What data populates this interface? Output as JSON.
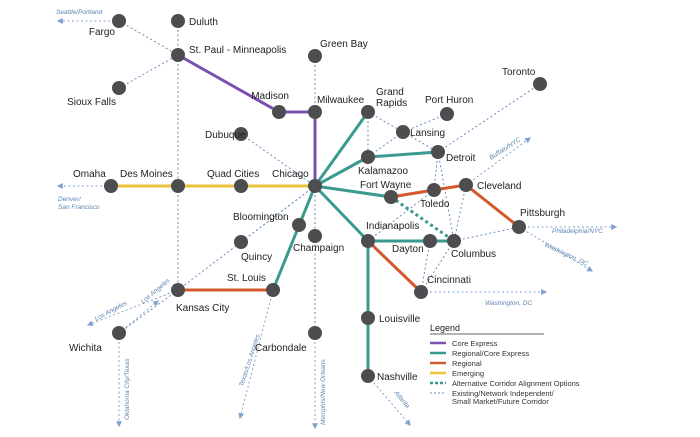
{
  "colors": {
    "core_express": "#7b4fb0",
    "regional_core_express": "#3b9a8f",
    "regional": "#d45a2e",
    "emerging": "#e9c23b",
    "dotted": "#6b8fbf",
    "node": "#4d4d4f",
    "ext_arrow": "#7fa3cf"
  },
  "cities": [
    {
      "id": "duluth",
      "label": "Duluth"
    },
    {
      "id": "fargo",
      "label": "Fargo"
    },
    {
      "id": "stpaul",
      "label": "St. Paul - Minneapolis"
    },
    {
      "id": "greenbay",
      "label": "Green Bay"
    },
    {
      "id": "siouxfalls",
      "label": "Sioux Falls"
    },
    {
      "id": "madison",
      "label": "Madison"
    },
    {
      "id": "milwaukee",
      "label": "Milwaukee"
    },
    {
      "id": "grandrapids",
      "label": "Grand\nRapids"
    },
    {
      "id": "porthuron",
      "label": "Port Huron"
    },
    {
      "id": "toronto",
      "label": "Toronto"
    },
    {
      "id": "dubuque",
      "label": "Dubuque"
    },
    {
      "id": "lansing",
      "label": "Lansing"
    },
    {
      "id": "detroit",
      "label": "Detroit"
    },
    {
      "id": "kalamazoo",
      "label": "Kalamazoo"
    },
    {
      "id": "omaha",
      "label": "Omaha"
    },
    {
      "id": "desmoines",
      "label": "Des Moines"
    },
    {
      "id": "quadcities",
      "label": "Quad Cities"
    },
    {
      "id": "chicago",
      "label": "Chicago"
    },
    {
      "id": "fortwayne",
      "label": "Fort Wayne"
    },
    {
      "id": "toledo",
      "label": "Toledo"
    },
    {
      "id": "cleveland",
      "label": "Cleveland"
    },
    {
      "id": "bloomington",
      "label": "Bloomington"
    },
    {
      "id": "champaign",
      "label": "Champaign"
    },
    {
      "id": "quincy",
      "label": "Quincy"
    },
    {
      "id": "indianapolis",
      "label": "Indianapolis"
    },
    {
      "id": "dayton",
      "label": "Dayton"
    },
    {
      "id": "columbus",
      "label": "Columbus"
    },
    {
      "id": "pittsburgh",
      "label": "Pittsburgh"
    },
    {
      "id": "stlouis",
      "label": "St. Louis"
    },
    {
      "id": "kansascity",
      "label": "Kansas City"
    },
    {
      "id": "cincinnati",
      "label": "Cincinnati"
    },
    {
      "id": "wichita",
      "label": "Wichita"
    },
    {
      "id": "louisville",
      "label": "Louisville"
    },
    {
      "id": "carbondale",
      "label": "Carbondale"
    },
    {
      "id": "nashville",
      "label": "Nashville"
    }
  ],
  "routes": [
    {
      "type": "core_express",
      "from": "stpaul",
      "to": "madison"
    },
    {
      "type": "core_express",
      "from": "madison",
      "to": "milwaukee"
    },
    {
      "type": "core_express",
      "from": "milwaukee",
      "to": "chicago"
    },
    {
      "type": "emerging",
      "from": "omaha",
      "to": "desmoines"
    },
    {
      "type": "emerging",
      "from": "desmoines",
      "to": "quadcities"
    },
    {
      "type": "emerging",
      "from": "quadcities",
      "to": "chicago"
    },
    {
      "type": "regional_core_express",
      "from": "chicago",
      "to": "kalamazoo"
    },
    {
      "type": "regional_core_express",
      "from": "kalamazoo",
      "to": "detroit"
    },
    {
      "type": "regional_core_express",
      "from": "chicago",
      "to": "grandrapids"
    },
    {
      "type": "regional_core_express",
      "from": "chicago",
      "to": "fortwayne"
    },
    {
      "type": "regional_core_express",
      "from": "chicago",
      "to": "indianapolis"
    },
    {
      "type": "regional_core_express",
      "from": "chicago",
      "to": "stlouis"
    },
    {
      "type": "regional_core_express",
      "from": "indianapolis",
      "to": "louisville"
    },
    {
      "type": "regional_core_express",
      "from": "louisville",
      "to": "nashville"
    },
    {
      "type": "regional_core_express",
      "from": "indianapolis",
      "to": "columbus"
    },
    {
      "type": "regional",
      "from": "fortwayne",
      "to": "toledo"
    },
    {
      "type": "regional",
      "from": "toledo",
      "to": "cleveland"
    },
    {
      "type": "regional",
      "from": "cleveland",
      "to": "pittsburgh"
    },
    {
      "type": "regional",
      "from": "kansascity",
      "to": "stlouis"
    },
    {
      "type": "regional",
      "from": "indianapolis",
      "to": "cincinnati"
    },
    {
      "type": "alternative",
      "from": "fortwayne",
      "to": "columbus"
    },
    {
      "type": "alternative",
      "from": "indianapolis",
      "to": "dayton"
    },
    {
      "type": "dotted",
      "from": "fargo",
      "to": "stpaul"
    },
    {
      "type": "dotted",
      "from": "duluth",
      "to": "stpaul"
    },
    {
      "type": "dotted",
      "from": "siouxfalls",
      "to": "stpaul"
    },
    {
      "type": "dotted",
      "from": "stpaul",
      "to": "desmoines"
    },
    {
      "type": "dotted",
      "from": "desmoines",
      "to": "kansascity"
    },
    {
      "type": "dotted",
      "from": "greenbay",
      "to": "milwaukee"
    },
    {
      "type": "dotted",
      "from": "dubuque",
      "to": "chicago"
    },
    {
      "type": "dotted",
      "from": "grandrapids",
      "to": "kalamazoo"
    },
    {
      "type": "dotted",
      "from": "grandrapids",
      "to": "lansing"
    },
    {
      "type": "dotted",
      "from": "lansing",
      "to": "detroit"
    },
    {
      "type": "dotted",
      "from": "porthuron",
      "to": "lansing"
    },
    {
      "type": "dotted",
      "from": "lansing",
      "to": "kalamazoo"
    },
    {
      "type": "dotted",
      "from": "detroit",
      "to": "toronto"
    },
    {
      "type": "dotted",
      "from": "detroit",
      "to": "toledo"
    },
    {
      "type": "dotted",
      "from": "detroit",
      "to": "columbus"
    },
    {
      "type": "dotted",
      "from": "chicago",
      "to": "bloomington"
    },
    {
      "type": "dotted",
      "from": "chicago",
      "to": "champaign"
    },
    {
      "type": "dotted",
      "from": "chicago",
      "to": "quincy"
    },
    {
      "type": "dotted",
      "from": "chicago",
      "to": "carbondale"
    },
    {
      "type": "dotted",
      "from": "chicago",
      "to": "kansascity"
    },
    {
      "type": "dotted",
      "from": "kansascity",
      "to": "wichita"
    },
    {
      "type": "dotted",
      "from": "cleveland",
      "to": "columbus"
    },
    {
      "type": "dotted",
      "from": "columbus",
      "to": "pittsburgh"
    },
    {
      "type": "dotted",
      "from": "dayton",
      "to": "cincinnati"
    },
    {
      "type": "dotted",
      "from": "columbus",
      "to": "cincinnati"
    },
    {
      "type": "dotted",
      "from": "indianapolis",
      "to": "toledo"
    }
  ],
  "external_links": [
    {
      "label": "Seattle/Portland"
    },
    {
      "label": "Denver/\nSan Francisco"
    },
    {
      "label": "Buffalo/NYC"
    },
    {
      "label": "Philadelphia/NYC"
    },
    {
      "label": "Washington, DC"
    },
    {
      "label": "Washington, DC"
    },
    {
      "label": "Los Angeles"
    },
    {
      "label": "Los Angeles"
    },
    {
      "label": "Oklahoma City/Texas"
    },
    {
      "label": "Texas/Los Angeles"
    },
    {
      "label": "Memphis/New Orleans"
    },
    {
      "label": "Atlanta"
    }
  ],
  "legend": {
    "title": "Legend",
    "items": [
      {
        "type": "core_express",
        "label": "Core Express"
      },
      {
        "type": "regional_core_express",
        "label": "Regional/Core Express"
      },
      {
        "type": "regional",
        "label": "Regional"
      },
      {
        "type": "emerging",
        "label": "Emerging"
      },
      {
        "type": "alternative",
        "label": "Alternative Corridor Alignment Options"
      },
      {
        "type": "dotted",
        "label": "Existing/Network Independent/\nSmall Market/Future Corridor"
      }
    ]
  }
}
